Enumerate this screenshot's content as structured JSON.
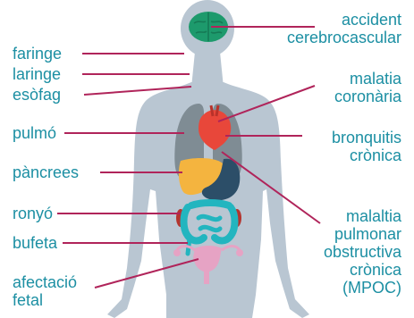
{
  "colors": {
    "label_text": "#1c8fa3",
    "leader_line": "#b0245a",
    "body_silhouette": "#b9c6d2",
    "brain": "#1d9a6c",
    "lungs": "#7f8c94",
    "heart": "#e8473a",
    "liver": "#f4b43f",
    "stomach": "#2c4e68",
    "intestines": "#22b5bf",
    "kidneys": "#b4342e",
    "uterus": "#e6a3c4"
  },
  "labels_left": {
    "faringe": "faringe",
    "laringe": "laringe",
    "esofag": "esòfag",
    "pulmo": "pulmó",
    "pancrees": "pàncrees",
    "ronyo": "ronyó",
    "bufeta": "bufeta",
    "afectacio_line1": "afectació",
    "afectacio_line2": "fetal"
  },
  "labels_right": {
    "accident_line1": "accident",
    "accident_line2": "cerebrocascular",
    "malatia_line1": "malatia",
    "malatia_line2": "coronària",
    "bronquitis_line1": "bronquitis",
    "bronquitis_line2": "crònica",
    "mpoc_line1": "malaltia",
    "mpoc_line2": "pulmonar",
    "mpoc_line3": "obstructiva",
    "mpoc_line4": "crònica",
    "mpoc_line5": "(MPOC)"
  }
}
